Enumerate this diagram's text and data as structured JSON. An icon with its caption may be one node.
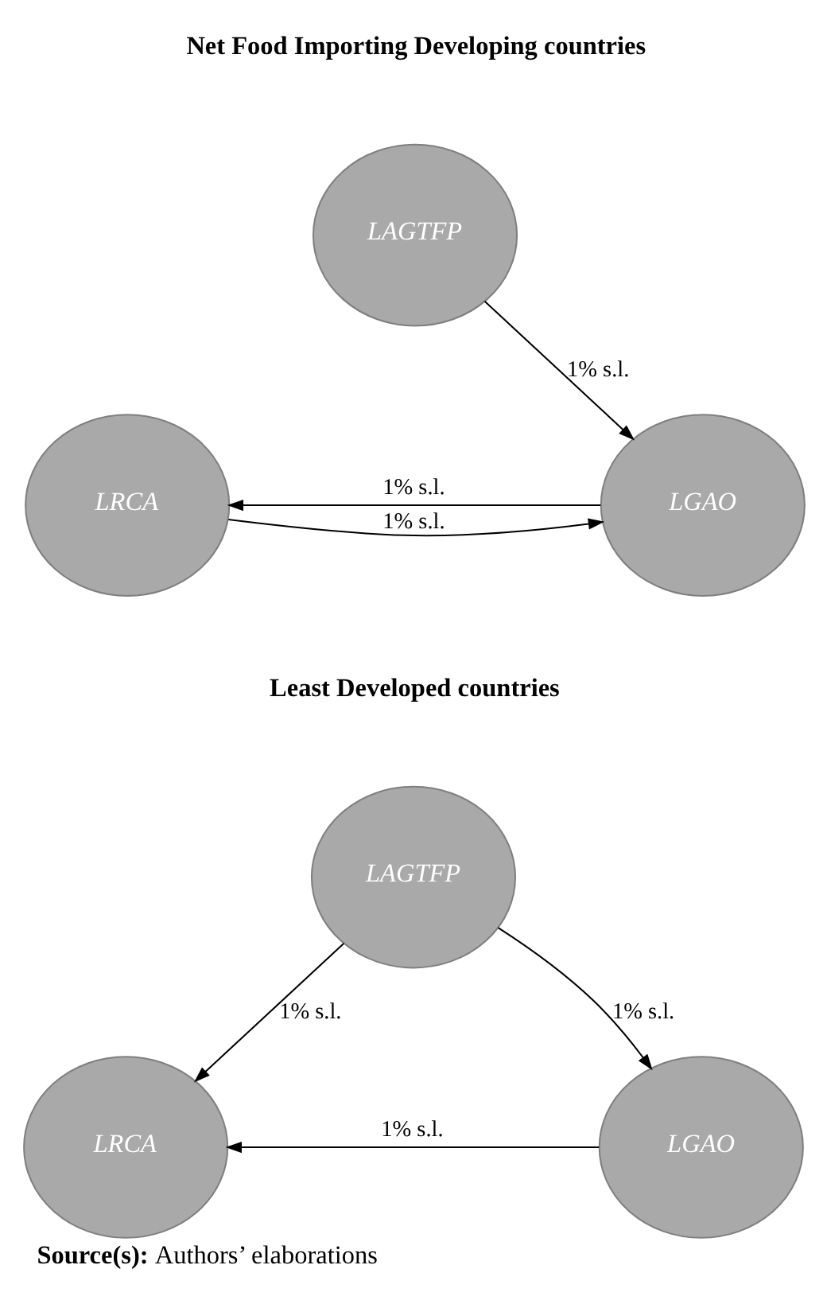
{
  "diagram": {
    "caption": "**Source(s):** Authors’ elaborations",
    "nodes": [
      {
        "text": [
          "LAGTFP"
        ]
      },
      {
        "text": [
          "LRCA"
        ]
      },
      {
        "text": [
          "LGAO"
        ]
      },
      {
        "text": [
          "LAGTFP"
        ]
      },
      {
        "text": [
          "LRCA"
        ]
      },
      {
        "text": [
          "LGAO"
        ]
      }
    ],
    "edges": [
      {
        "from": 0,
        "to": 2,
        "arrow": "to",
        "label": "1% s.l."
      },
      {
        "from": 2,
        "to": 1,
        "arrow": "to",
        "label": "1% s.l."
      },
      {
        "from": 1,
        "to": 2,
        "arrow": "to",
        "label": "1% s.l."
      },
      {
        "from": 3,
        "to": 4,
        "arrow": "to",
        "label": "1% s.l."
      },
      {
        "from": 3,
        "to": 5,
        "arrow": "to",
        "label": "1% s.l."
      },
      {
        "from": 5,
        "to": 4,
        "arrow": "to",
        "label": "1% s.l."
      }
    ],
    "labels": [
      "Net Food Importing Developing countries",
      "Least Developed countries"
    ]
  }
}
